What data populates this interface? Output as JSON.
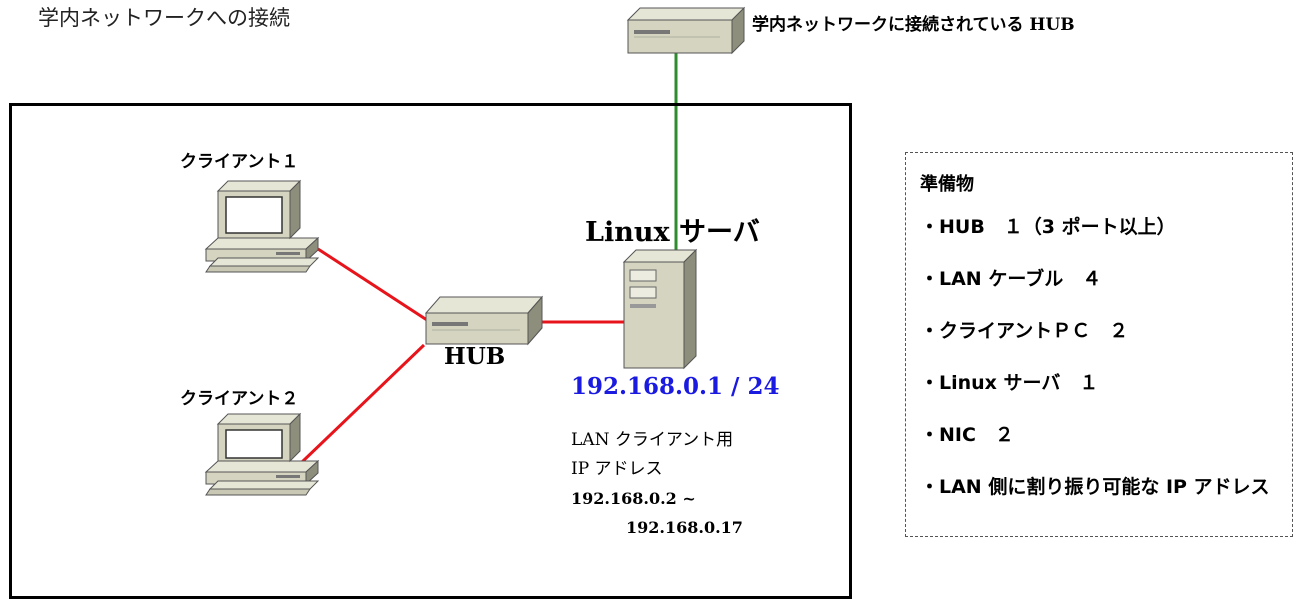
{
  "page_title": "学内ネットワークへの接続",
  "uplink_hub_label": "学内ネットワークに接続されている HUB",
  "client1_label": "クライアント１",
  "client2_label": "クライアント２",
  "server_label": "Linux  サーバ",
  "hub_label": "HUB",
  "server_ip": "192.168.0.1 / 24",
  "client_ip_info": {
    "line1": "LAN  クライアント用",
    "line2": "IP アドレス",
    "range_start": "192.168.0.2  ~",
    "range_end": "192.168.0.17"
  },
  "preparations": {
    "title": "準備物",
    "items": [
      "・HUB　１（3 ポート以上）",
      "・LAN ケーブル　４",
      "・クライアントＰＣ　２",
      "・Linux サーバ　１",
      "・NIC　２",
      "・LAN 側に割り振り可能な IP アドレス"
    ]
  },
  "colors": {
    "lan_cable": "#e8141b",
    "uplink_cable": "#2e8b2e",
    "server_ip": "#1a1ae0",
    "device_body": "#d4d4c0",
    "device_top": "#e6e6d6",
    "device_side": "#8e8e7c"
  }
}
